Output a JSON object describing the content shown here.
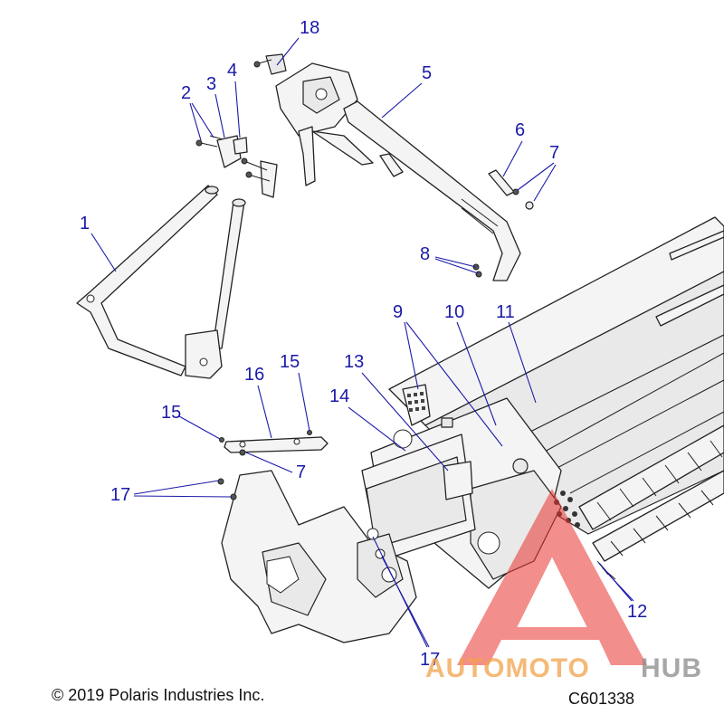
{
  "callouts": {
    "c1": "1",
    "c2": "2",
    "c3": "3",
    "c4": "4",
    "c5": "5",
    "c6": "6",
    "c7a": "7",
    "c7b": "7",
    "c8": "8",
    "c9": "9",
    "c10": "10",
    "c11": "11",
    "c12": "12",
    "c13": "13",
    "c14": "14",
    "c15a": "15",
    "c15b": "15",
    "c16": "16",
    "c17a": "17",
    "c17b": "17",
    "c18": "18"
  },
  "footer": {
    "copyright": "© 2019 Polaris Industries Inc.",
    "code": "C601338"
  },
  "watermark": {
    "word_a": "AUTOMOTO",
    "word_b": "HUB",
    "color_a": "#f2a24a",
    "color_b": "#8a8a8a",
    "triangle_color": "#e8322f"
  },
  "colors": {
    "callout": "#1a1aa8",
    "line": "#222222"
  }
}
